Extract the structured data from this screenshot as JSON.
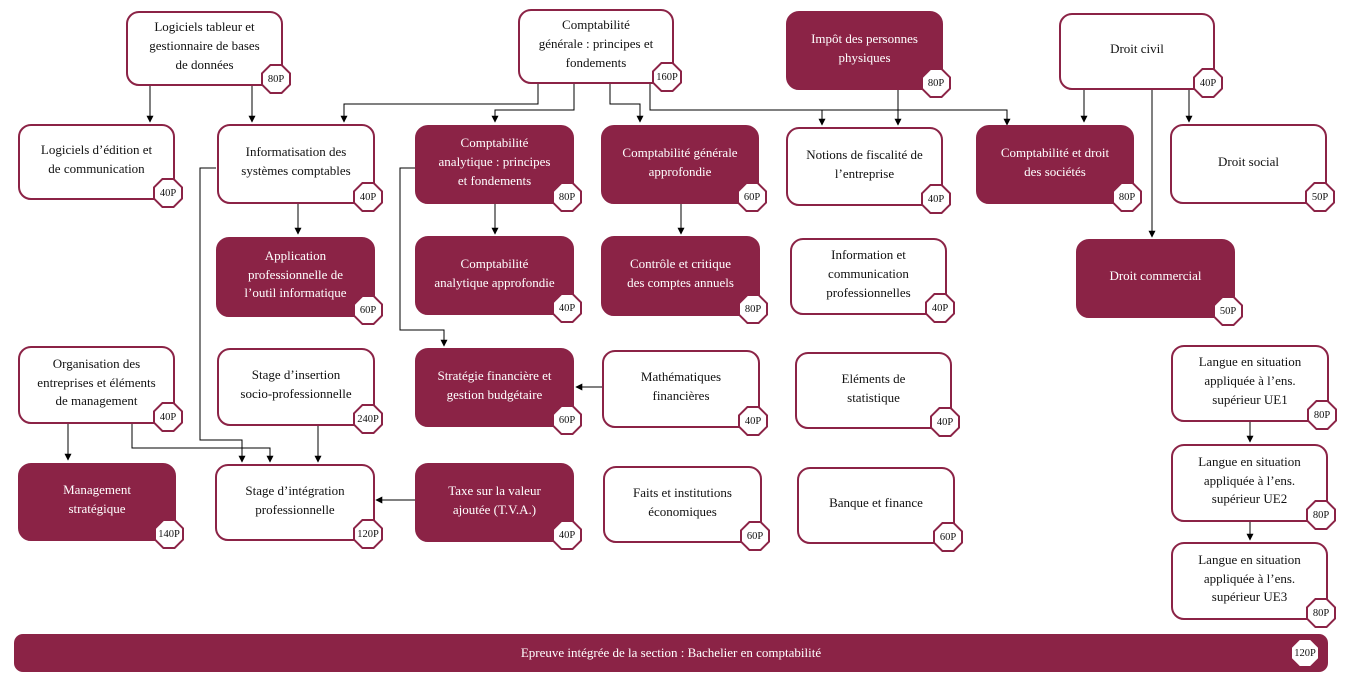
{
  "nodes": [
    {
      "id": "logiciels-tableur",
      "lines": [
        "Logiciels tableur et",
        "gestionnaire de bases",
        "de données"
      ],
      "credits": "80P",
      "filled": false
    },
    {
      "id": "compta-generale-principes",
      "lines": [
        "Comptabilité",
        "générale : principes et",
        "fondements"
      ],
      "credits": "160P",
      "filled": false
    },
    {
      "id": "impot-personnes",
      "lines": [
        "Impôt des personnes",
        "physiques"
      ],
      "credits": "80P",
      "filled": true
    },
    {
      "id": "droit-civil",
      "lines": [
        "Droit civil"
      ],
      "credits": "40P",
      "filled": false
    },
    {
      "id": "logiciels-edition",
      "lines": [
        "Logiciels d’édition et",
        "de communication"
      ],
      "credits": "40P",
      "filled": false
    },
    {
      "id": "informatisation",
      "lines": [
        "Informatisation des",
        "systèmes comptables"
      ],
      "credits": "40P",
      "filled": false
    },
    {
      "id": "compta-analytique-principes",
      "lines": [
        "Comptabilité",
        "analytique : principes",
        "et fondements"
      ],
      "credits": "80P",
      "filled": true
    },
    {
      "id": "compta-generale-approfondie",
      "lines": [
        "Comptabilité générale",
        "approfondie"
      ],
      "credits": "60P",
      "filled": true
    },
    {
      "id": "notions-fiscalite",
      "lines": [
        "Notions de fiscalité de",
        "l’entreprise"
      ],
      "credits": "40P",
      "filled": false
    },
    {
      "id": "compta-droit-societes",
      "lines": [
        "Comptabilité et droit",
        "des sociétés"
      ],
      "credits": "80P",
      "filled": true
    },
    {
      "id": "droit-social",
      "lines": [
        "Droit social"
      ],
      "credits": "50P",
      "filled": false
    },
    {
      "id": "application-pro",
      "lines": [
        "Application",
        "professionnelle de",
        "l’outil informatique"
      ],
      "credits": "60P",
      "filled": true
    },
    {
      "id": "compta-analytique-approfondie",
      "lines": [
        "Comptabilité",
        "analytique approfondie"
      ],
      "credits": "40P",
      "filled": true
    },
    {
      "id": "controle-critique",
      "lines": [
        "Contrôle et critique",
        "des comptes annuels"
      ],
      "credits": "80P",
      "filled": true
    },
    {
      "id": "information-communication",
      "lines": [
        "Information et",
        "communication",
        "professionnelles"
      ],
      "credits": "40P",
      "filled": false
    },
    {
      "id": "droit-commercial",
      "lines": [
        "Droit commercial"
      ],
      "credits": "50P",
      "filled": true
    },
    {
      "id": "organisation-entreprises",
      "lines": [
        "Organisation des",
        "entreprises et éléments",
        "de management"
      ],
      "credits": "40P",
      "filled": false
    },
    {
      "id": "stage-insertion",
      "lines": [
        "Stage d’insertion",
        "socio-professionnelle"
      ],
      "credits": "240P",
      "filled": false
    },
    {
      "id": "strategie-financiere",
      "lines": [
        "Stratégie financière et",
        "gestion budgétaire"
      ],
      "credits": "60P",
      "filled": true
    },
    {
      "id": "mathematiques-financieres",
      "lines": [
        "Mathématiques",
        "financières"
      ],
      "credits": "40P",
      "filled": false
    },
    {
      "id": "elements-statistique",
      "lines": [
        "Eléments de",
        "statistique"
      ],
      "credits": "40P",
      "filled": false
    },
    {
      "id": "langue-ue1",
      "lines": [
        "Langue en situation",
        "appliquée à l’ens.",
        "supérieur UE1"
      ],
      "credits": "80P",
      "filled": false
    },
    {
      "id": "management-strategique",
      "lines": [
        "Management",
        "stratégique"
      ],
      "credits": "140P",
      "filled": true
    },
    {
      "id": "stage-integration",
      "lines": [
        "Stage d’intégration",
        "professionnelle"
      ],
      "credits": "120P",
      "filled": false
    },
    {
      "id": "tva",
      "lines": [
        "Taxe sur la valeur",
        "ajoutée (T.V.A.)"
      ],
      "credits": "40P",
      "filled": true
    },
    {
      "id": "faits-institutions",
      "lines": [
        "Faits et institutions",
        "économiques"
      ],
      "credits": "60P",
      "filled": false
    },
    {
      "id": "banque-finance",
      "lines": [
        "Banque et finance"
      ],
      "credits": "60P",
      "filled": false
    },
    {
      "id": "langue-ue2",
      "lines": [
        "Langue en situation",
        "appliquée à l’ens.",
        "supérieur UE2"
      ],
      "credits": "80P",
      "filled": false
    },
    {
      "id": "langue-ue3",
      "lines": [
        "Langue en situation",
        "appliquée à l’ens.",
        "supérieur UE3"
      ],
      "credits": "80P",
      "filled": false
    }
  ],
  "footer": {
    "label": "Epreuve intégrée de la section : Bachelier en comptabilité",
    "credits": "120P"
  },
  "colors": {
    "accent": "#8b2346",
    "text": "#111111",
    "background": "#ffffff"
  }
}
